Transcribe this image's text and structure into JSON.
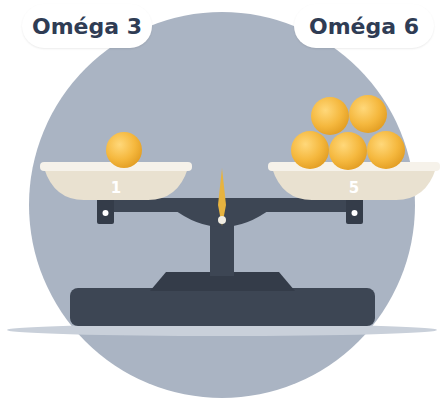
{
  "diagram": {
    "nodes": [
      {
        "text": [
          "Oméga 3"
        ]
      },
      {
        "text": [
          "Oméga 6"
        ]
      },
      {
        "text": [
          "1"
        ]
      },
      {
        "text": [
          "5"
        ]
      }
    ]
  }
}
